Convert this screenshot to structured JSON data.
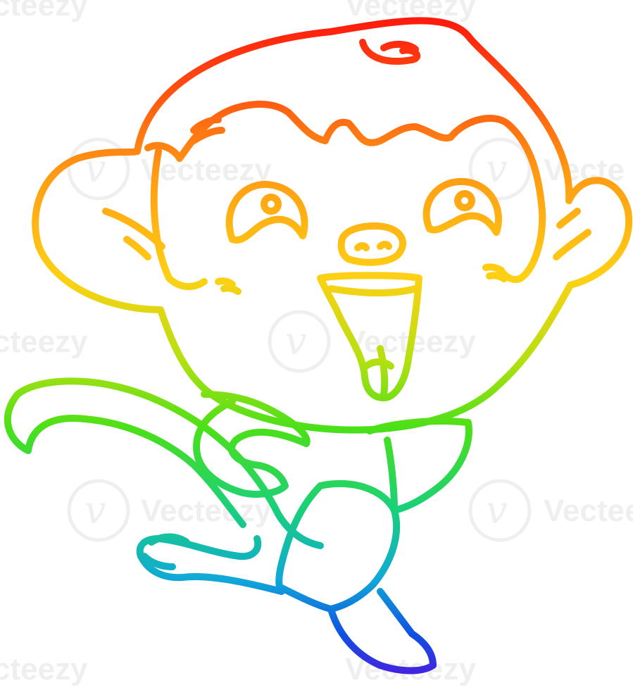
{
  "illustration": {
    "subject": "cartoon running monkey",
    "style": "rainbow gradient line art",
    "gradient_colors": [
      "#ff1010",
      "#ff8a10",
      "#ffd210",
      "#58e010",
      "#10d890",
      "#1080e0",
      "#5010e0"
    ],
    "background_color": "#ffffff"
  },
  "watermark": {
    "brand_text": "Vecteezy",
    "partial_text": "cteezy",
    "color": "#e2e2e2"
  }
}
